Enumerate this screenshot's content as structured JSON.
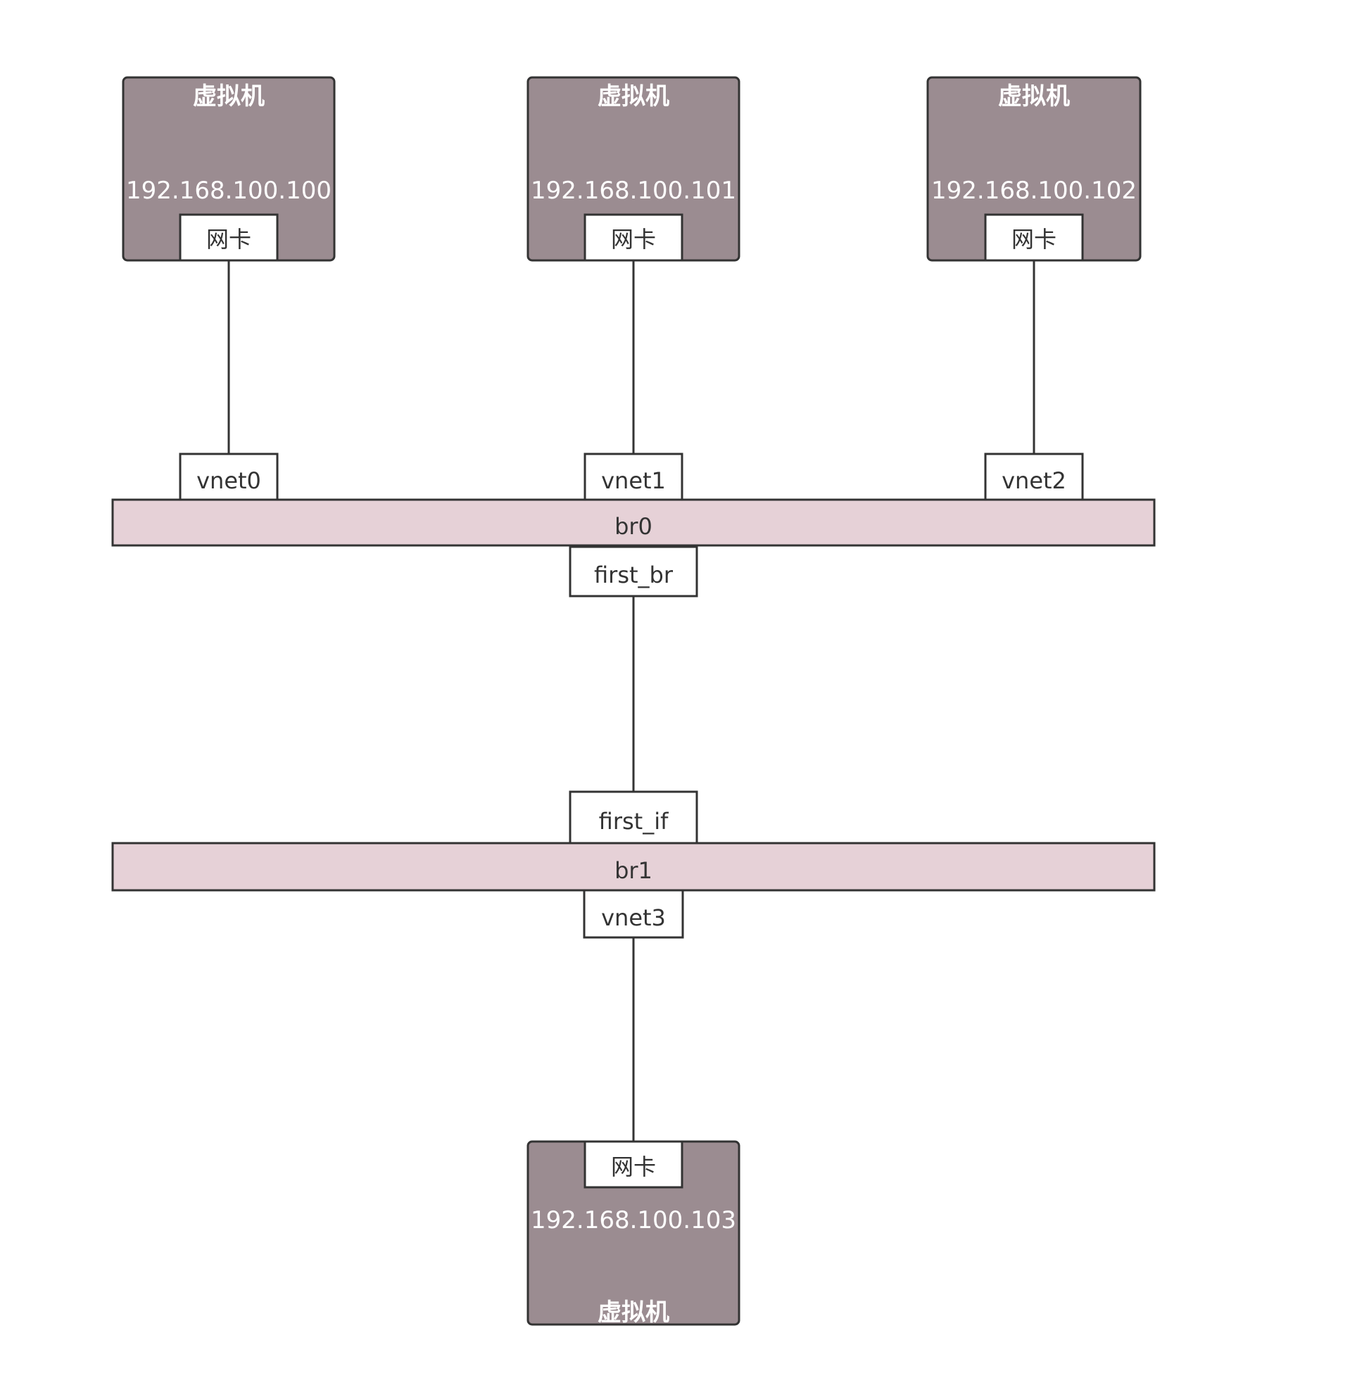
{
  "vms": [
    {
      "title": "虚拟机",
      "ip": "192.168.100.100",
      "nic": "网卡",
      "port": "vnet0"
    },
    {
      "title": "虚拟机",
      "ip": "192.168.100.101",
      "nic": "网卡",
      "port": "vnet1"
    },
    {
      "title": "虚拟机",
      "ip": "192.168.100.102",
      "nic": "网卡",
      "port": "vnet2"
    },
    {
      "title": "虚拟机",
      "ip": "192.168.100.103",
      "nic": "网卡",
      "port": "vnet3"
    }
  ],
  "bridges": [
    {
      "label": "br0",
      "uplink_port": "first_br"
    },
    {
      "label": "br1",
      "uplink_port": "first_if"
    }
  ],
  "colors": {
    "vm_fill": "#9b8c91",
    "bridge_fill": "#e6d1d7",
    "stroke": "#333333"
  }
}
